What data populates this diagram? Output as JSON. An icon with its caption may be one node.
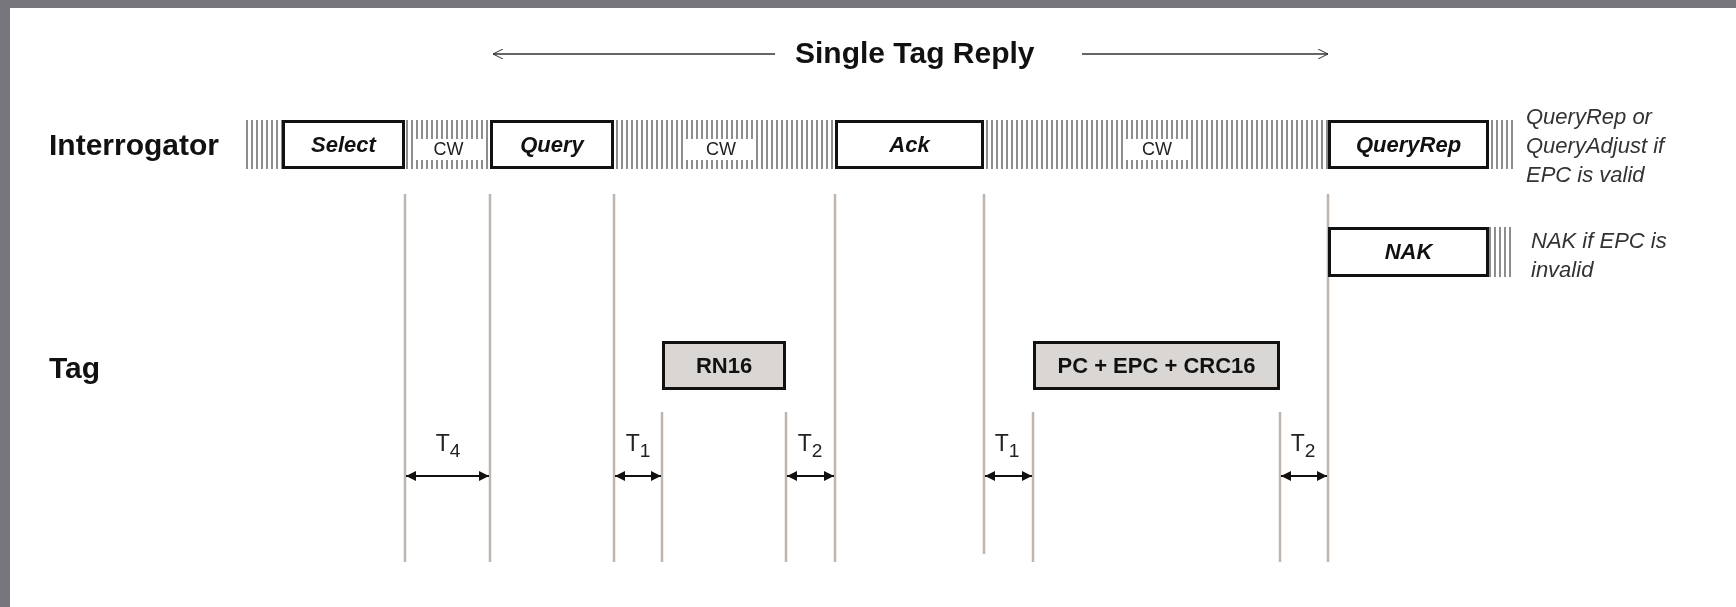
{
  "diagram": {
    "title": "Single Tag Reply",
    "nodes": [
      {
        "text": [
          "Select"
        ]
      },
      {
        "text": [
          "Query"
        ]
      },
      {
        "text": [
          "Ack"
        ]
      },
      {
        "text": [
          "QueryRep"
        ],
        "beside": [
          "QueryRep or QueryAdjust if EPC is valid"
        ]
      },
      {
        "text": [
          "NAK"
        ],
        "beside": [
          "NAK if EPC is invalid"
        ]
      },
      {
        "text": [
          "RN16"
        ]
      },
      {
        "text": [
          "PC + EPC + CRC16"
        ]
      }
    ],
    "labels": [
      "Interrogator",
      "CW",
      "CW",
      "CW",
      "Tag",
      "T$_{4}$",
      "T$_{1}$",
      "T$_{2}$",
      "T$_{1}$",
      "T$_{2}$"
    ]
  }
}
